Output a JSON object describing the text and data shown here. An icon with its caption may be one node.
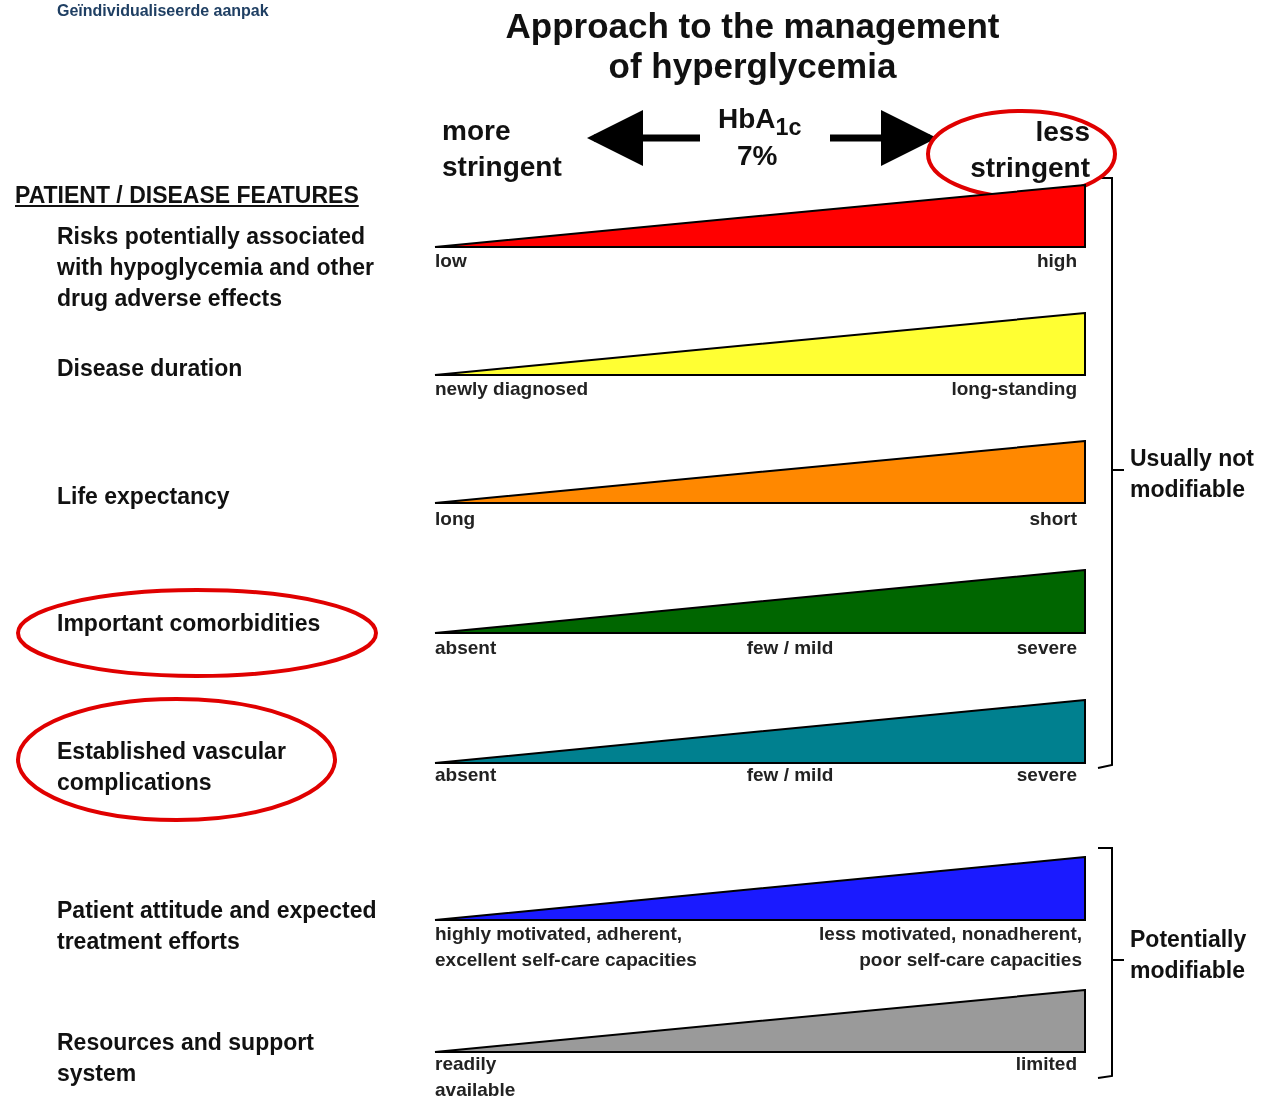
{
  "diagram": {
    "title": "Approach to the management of hyperglycemia",
    "nodes": [
      {
        "text": [
          "less stringent"
        ]
      },
      {
        "text": [
          "Important comorbidities"
        ]
      },
      {
        "text": [
          "Established vascular complications"
        ]
      },
      {
        "text": [],
        "shape": "triangle"
      },
      {
        "text": [],
        "shape": "triangle"
      },
      {
        "text": [],
        "shape": "triangle"
      },
      {
        "text": [],
        "shape": "triangle"
      },
      {
        "text": [],
        "shape": "triangle"
      },
      {
        "text": [],
        "shape": "triangle"
      },
      {
        "text": [],
        "shape": "triangle"
      }
    ],
    "labels": [
      "Geïndividualiseerde aanpak",
      "more stringent",
      "HbA$_{1c}$",
      "7%",
      "PATIENT / DISEASE FEATURES",
      "Risks potentially associated with hypoglycemia and other drug adverse effects",
      "low",
      "high",
      "Disease duration",
      "newly diagnosed",
      "long-standing",
      "Life expectancy",
      "long",
      "short",
      "absent",
      "few / mild",
      "severe",
      "absent",
      "few / mild",
      "severe",
      "Usually not modifiable",
      "Patient attitude and expected treatment efforts",
      "highly motivated, adherent, excellent self-care capacities",
      "less motivated, nonadherent, poor self-care capacities",
      "Resources and support system",
      "readily available",
      "limited",
      "Potentially modifiable"
    ]
  }
}
